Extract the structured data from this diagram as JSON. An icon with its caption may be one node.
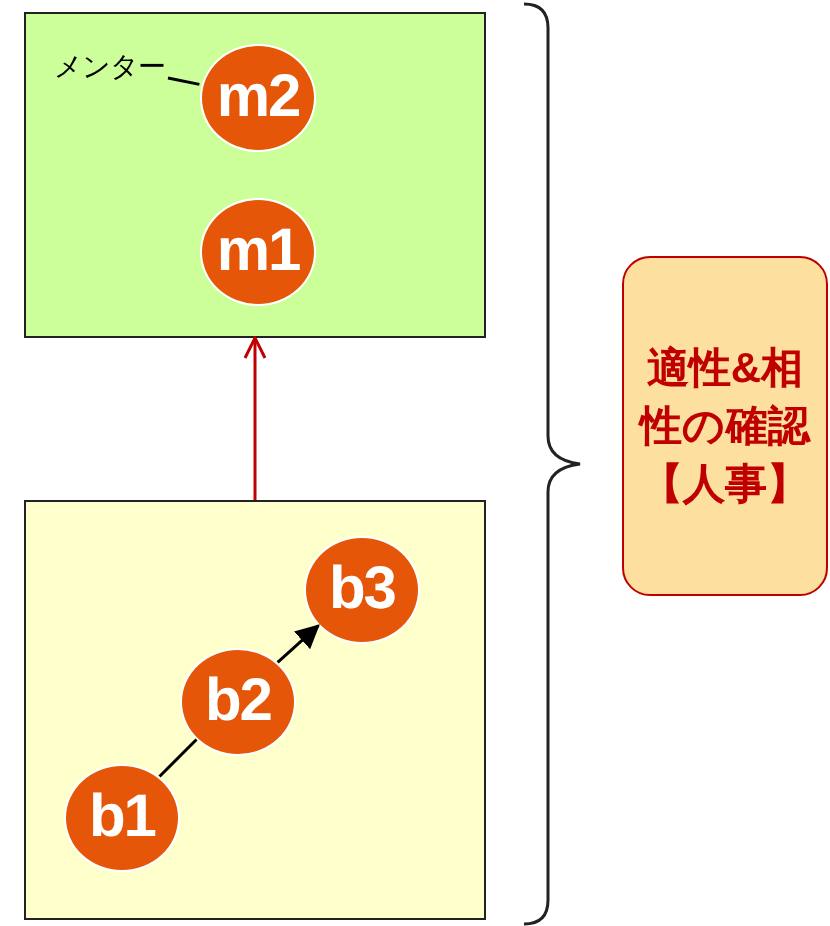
{
  "diagram": {
    "nodes": [
      {
        "text": [],
        "shape": "box"
      },
      {
        "text": [
          "メンター"
        ],
        "in": 0
      },
      {
        "text": [
          "m2"
        ],
        "in": 0
      },
      {
        "text": [
          "m1"
        ],
        "in": 0
      },
      {
        "text": [],
        "shape": "box"
      },
      {
        "text": [
          "b1"
        ],
        "in": 4
      },
      {
        "text": [
          "b2"
        ],
        "in": 4
      },
      {
        "text": [
          "b3"
        ],
        "in": 4
      },
      {
        "text": [
          "適性&相性の確認【人事】"
        ]
      }
    ],
    "edges": [
      {
        "from": 1,
        "to": 2,
        "arrow": "none"
      },
      {
        "from": 4,
        "to": 0,
        "arrow": "to",
        "color": "#c00000"
      },
      {
        "from": 5,
        "to": 6,
        "arrow": "none"
      },
      {
        "from": 6,
        "to": 7,
        "arrow": "to"
      }
    ]
  }
}
